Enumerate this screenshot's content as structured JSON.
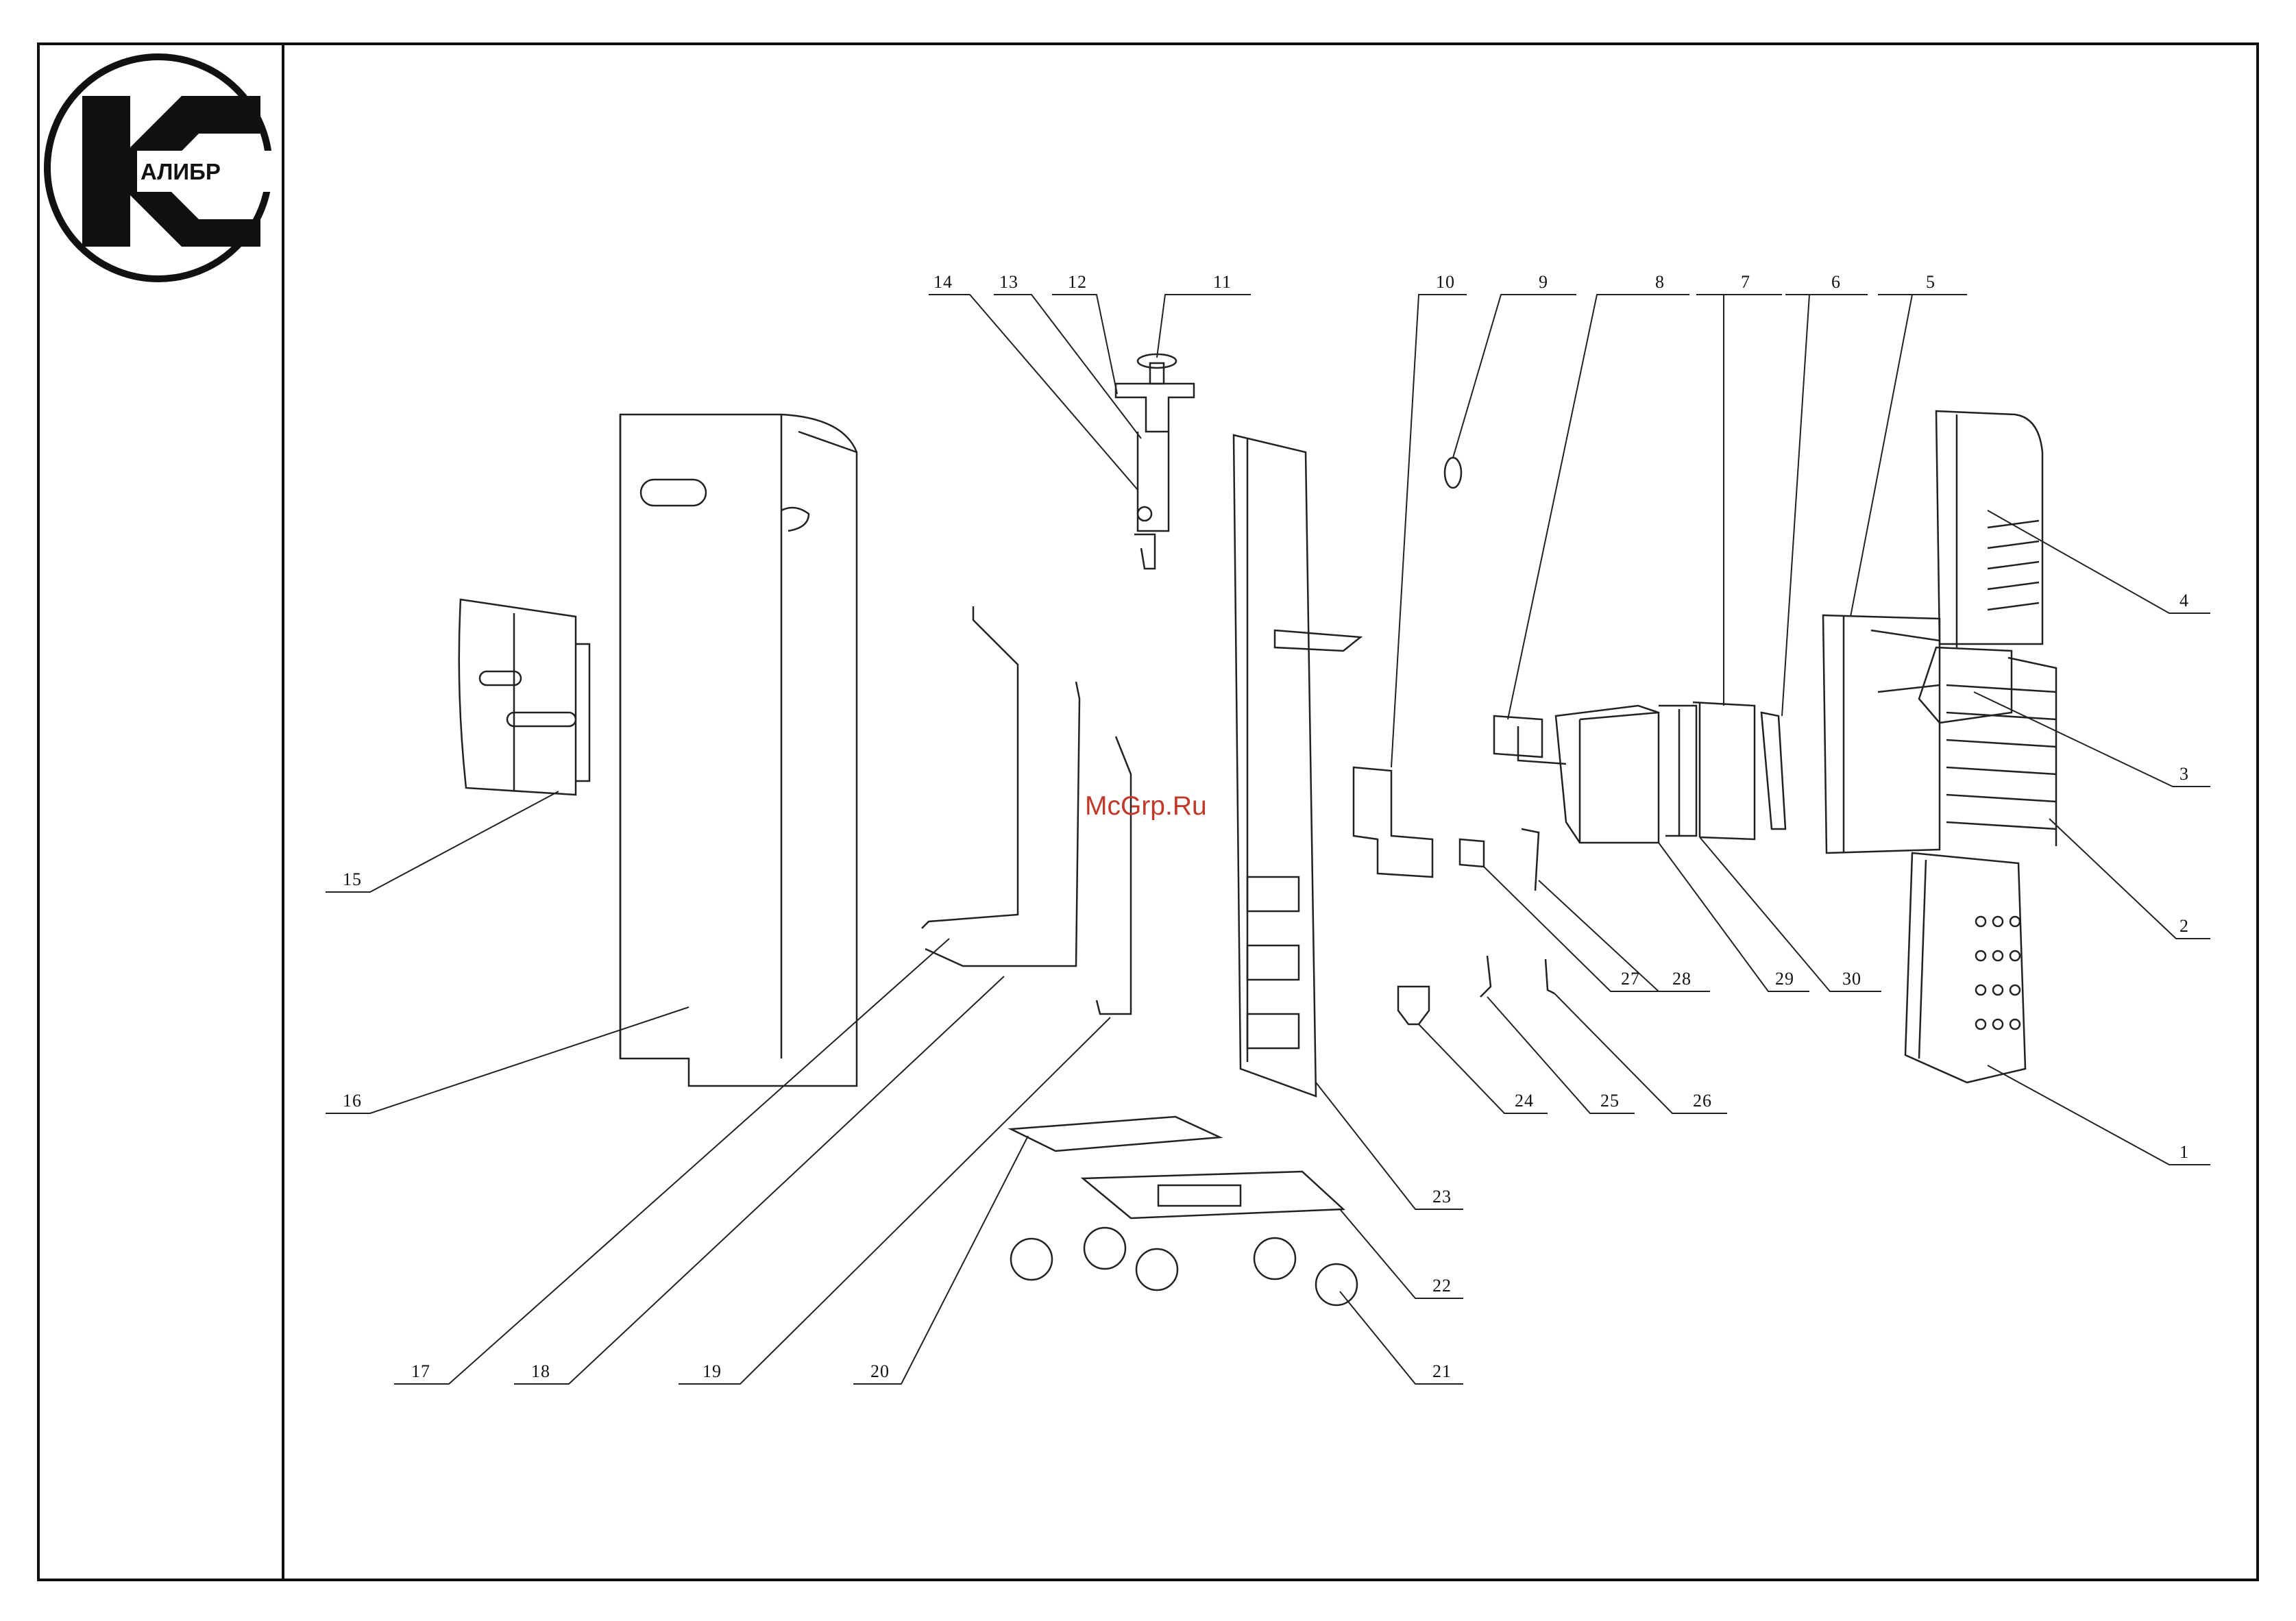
{
  "logo": {
    "text": "АЛИБР",
    "letter": "К"
  },
  "watermark": "McGrp.Ru",
  "callouts": [
    {
      "id": "1",
      "label": "1"
    },
    {
      "id": "2",
      "label": "2"
    },
    {
      "id": "3",
      "label": "3"
    },
    {
      "id": "4",
      "label": "4"
    },
    {
      "id": "5",
      "label": "5"
    },
    {
      "id": "6",
      "label": "6"
    },
    {
      "id": "7",
      "label": "7"
    },
    {
      "id": "8",
      "label": "8"
    },
    {
      "id": "9",
      "label": "9"
    },
    {
      "id": "10",
      "label": "10"
    },
    {
      "id": "11",
      "label": "11"
    },
    {
      "id": "12",
      "label": "12"
    },
    {
      "id": "13",
      "label": "13"
    },
    {
      "id": "14",
      "label": "14"
    },
    {
      "id": "15",
      "label": "15"
    },
    {
      "id": "16",
      "label": "16"
    },
    {
      "id": "17",
      "label": "17"
    },
    {
      "id": "18",
      "label": "18"
    },
    {
      "id": "19",
      "label": "19"
    },
    {
      "id": "20",
      "label": "20"
    },
    {
      "id": "21",
      "label": "21"
    },
    {
      "id": "22",
      "label": "22"
    },
    {
      "id": "23",
      "label": "23"
    },
    {
      "id": "24",
      "label": "24"
    },
    {
      "id": "25",
      "label": "25"
    },
    {
      "id": "26",
      "label": "26"
    },
    {
      "id": "27",
      "label": "27"
    },
    {
      "id": "28",
      "label": "28"
    },
    {
      "id": "29",
      "label": "29"
    },
    {
      "id": "30",
      "label": "30"
    }
  ]
}
